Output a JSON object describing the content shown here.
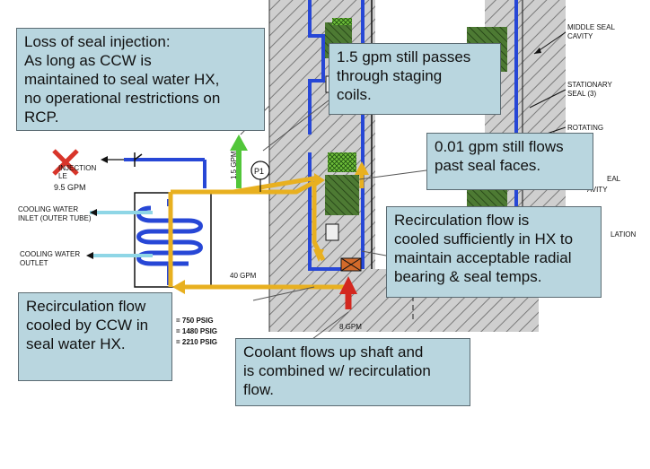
{
  "diagram": {
    "labels": {
      "middle_seal_cavity": "MIDDLE SEAL\nCAVITY",
      "stationary_seal": "STATIONARY\nSEAL (3)",
      "rotating": "ROTATING",
      "eal": "EAL",
      "avity": "AVITY",
      "lation": "LATION",
      "injection": "INJECTION",
      "le": "LE",
      "injection_flow": "9.5 GPM",
      "green_flow": "1.5 GPM",
      "p1": "P1",
      "cooling_inlet": "COOLING WATER\nINLET (OUTER TUBE)",
      "cooling_outlet": "COOLING WATER\nOUTLET",
      "recirc_flow": "40 GPM",
      "red_flow": "8 GPM",
      "p750": "= 750 PSIG",
      "p1480": "= 1480 PSIG",
      "p2210": "= 2210 PSIG"
    },
    "colors": {
      "yellow_arrow": "#e8b020",
      "green_arrow": "#52c63a",
      "red_arrow": "#d3271f",
      "blue_pipe": "#2747d6",
      "hatch": "#8a8a8a",
      "seal_green": "#3f6b2a",
      "callout_fill": "#b9d6df",
      "x_mark": "#d8352a"
    }
  },
  "callouts": {
    "loss_of_injection": "Loss of seal injection:\nAs long as CCW is\nmaintained to seal water HX,\nno operational restrictions on\nRCP.",
    "staging_coils": "1.5 gpm still passes\nthrough staging\ncoils.",
    "seal_faces": "0.01 gpm still flows\npast seal faces.",
    "recirc_hx": "Recirculation flow is\ncooled sufficiently in HX to\nmaintain acceptable radial\nbearing & seal temps.",
    "recirc_ccw": "Recirculation flow\ncooled by CCW in\nseal water HX.",
    "coolant_shaft": "Coolant flows up shaft and\nis combined w/ recirculation\nflow."
  }
}
